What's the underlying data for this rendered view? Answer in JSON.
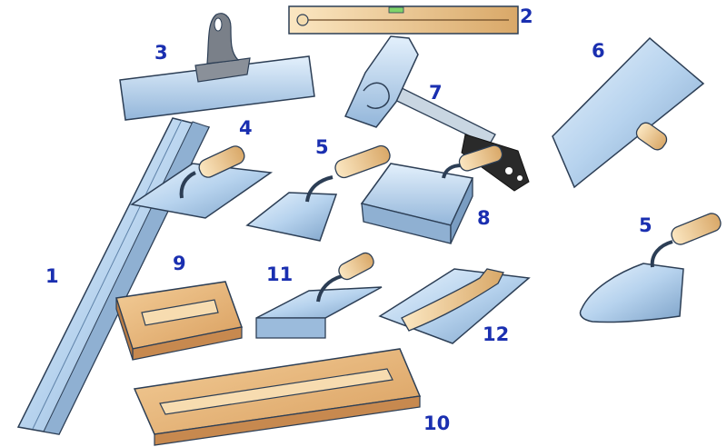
{
  "colors": {
    "label": "#1a2fb0",
    "metal_light": "#dcebfa",
    "metal_mid": "#a9c9ea",
    "metal_dark": "#6f93b8",
    "wood_light": "#f6deb2",
    "wood_mid": "#e3b67a",
    "wood_dark": "#b9854a",
    "float_face": "#e9bd86",
    "float_side": "#c7894f",
    "outline": "#2c3e55"
  },
  "labels": {
    "l1": "1",
    "l2": "2",
    "l3": "3",
    "l4": "4",
    "l5a": "5",
    "l5b": "5",
    "l6": "6",
    "l7": "7",
    "l8": "8",
    "l9": "9",
    "l10": "10",
    "l11": "11",
    "l12": "12"
  }
}
